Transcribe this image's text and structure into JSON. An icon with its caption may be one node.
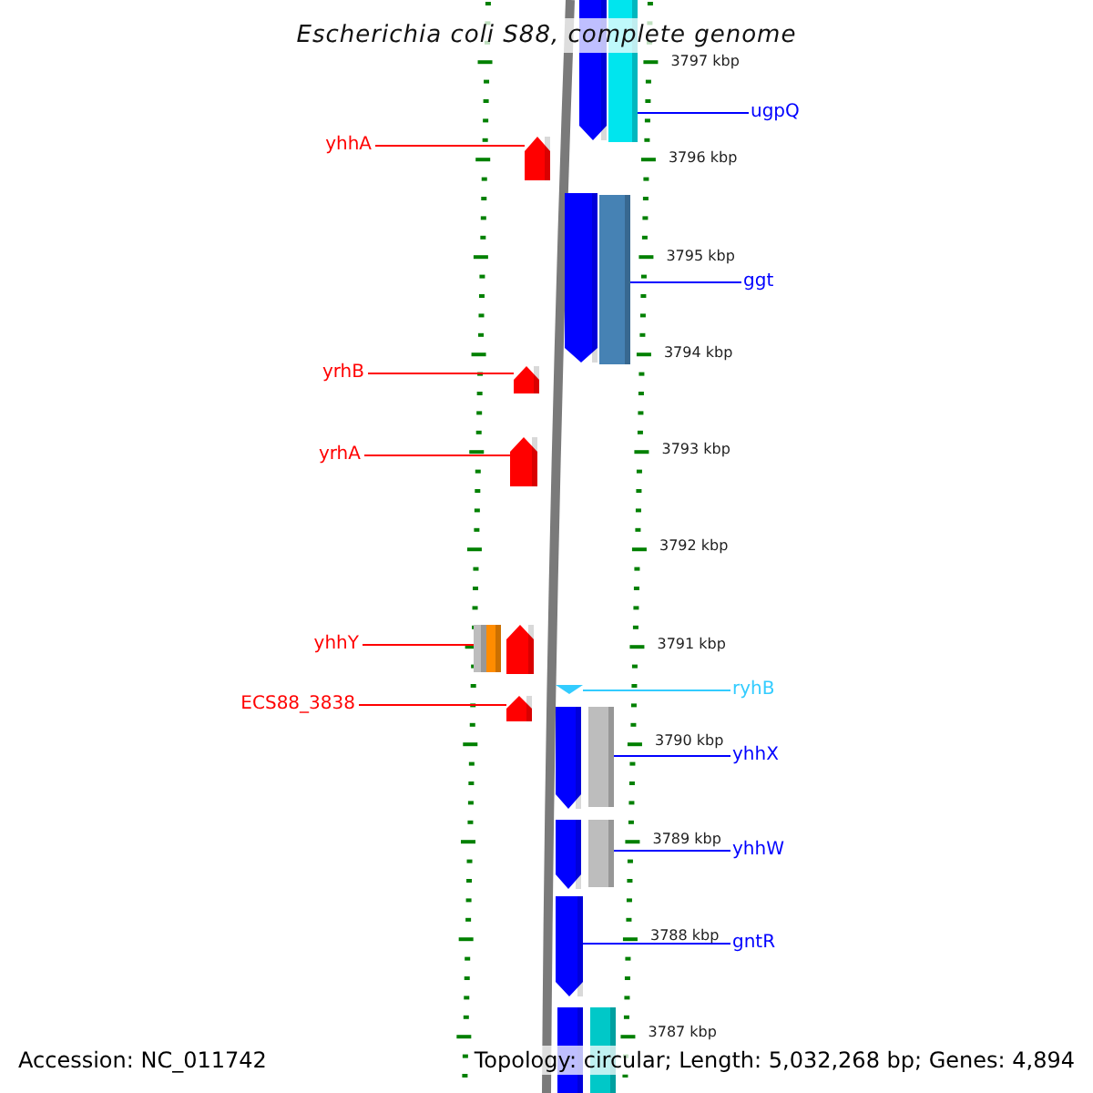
{
  "diagram": {
    "title": "Escherichia coli S88, complete genome",
    "nodes": [
      {
        "text": [],
        "shape": "pentagon"
      },
      {
        "text": [],
        "shape": "bar"
      },
      {
        "text": [
          "ugpQ"
        ]
      },
      {
        "text": [
          "yhhA"
        ]
      },
      {
        "text": [],
        "shape": "pentagon"
      },
      {
        "text": [],
        "shape": "pentagon"
      },
      {
        "text": [],
        "shape": "bar"
      },
      {
        "text": [
          "ggt"
        ]
      },
      {
        "text": [
          "yrhB"
        ]
      },
      {
        "text": [],
        "shape": "pentagon"
      },
      {
        "text": [
          "yrhA"
        ]
      },
      {
        "text": [],
        "shape": "pentagon"
      },
      {
        "text": [
          "yhhY"
        ]
      },
      {
        "text": [],
        "shape": "bar"
      },
      {
        "text": [],
        "shape": "bar"
      },
      {
        "text": [],
        "shape": "pentagon"
      },
      {
        "text": [
          "ECS88_3838"
        ]
      },
      {
        "text": [],
        "shape": "pentagon"
      },
      {
        "text": [
          "ryhB"
        ]
      },
      {
        "text": [],
        "shape": "triangle"
      },
      {
        "text": [
          "yhhX"
        ]
      },
      {
        "text": [],
        "shape": "pentagon"
      },
      {
        "text": [],
        "shape": "bar"
      },
      {
        "text": [
          "yhhW"
        ]
      },
      {
        "text": [],
        "shape": "pentagon"
      },
      {
        "text": [],
        "shape": "bar"
      },
      {
        "text": [
          "gntR"
        ]
      },
      {
        "text": [],
        "shape": "pentagon"
      },
      {
        "text": [],
        "shape": "pentagon"
      },
      {
        "text": [],
        "shape": "bar"
      }
    ],
    "edges": [
      {
        "from": 2,
        "to": 1,
        "arrow": "none",
        "color": "#0000ff"
      },
      {
        "from": 3,
        "to": 4,
        "arrow": "none",
        "color": "#ff0000"
      },
      {
        "from": 7,
        "to": 6,
        "arrow": "none",
        "color": "#0000ff"
      },
      {
        "from": 8,
        "to": 9,
        "arrow": "none",
        "color": "#ff0000"
      },
      {
        "from": 10,
        "to": 11,
        "arrow": "none",
        "color": "#ff0000"
      },
      {
        "from": 12,
        "to": 13,
        "arrow": "none",
        "color": "#ff0000"
      },
      {
        "from": 16,
        "to": 17,
        "arrow": "none",
        "color": "#ff0000"
      },
      {
        "from": 18,
        "to": 19,
        "arrow": "none",
        "color": "#33ccff"
      },
      {
        "from": 20,
        "to": 22,
        "arrow": "none",
        "color": "#0000ff"
      },
      {
        "from": 23,
        "to": 25,
        "arrow": "none",
        "color": "#0000ff"
      },
      {
        "from": 26,
        "to": 27,
        "arrow": "none",
        "color": "#0000ff"
      }
    ],
    "labels": [
      "3797 kbp",
      "3796 kbp",
      "3795 kbp",
      "3794 kbp",
      "3793 kbp",
      "3792 kbp",
      "3791 kbp",
      "3790 kbp",
      "3789 kbp",
      "3788 kbp",
      "3787 kbp",
      "Accession: NC_011742",
      "Topology: circular; Length: 5,032,268 bp; Genes: 4,894"
    ]
  }
}
